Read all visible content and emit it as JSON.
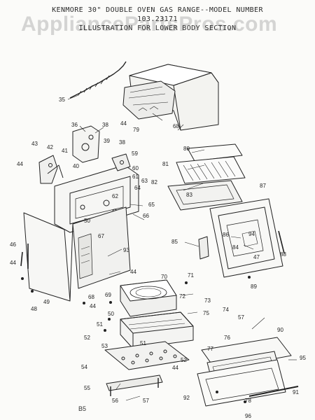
{
  "header": {
    "line1": "KENMORE 30\" DOUBLE OVEN GAS RANGE--MODEL NUMBER",
    "line2": "103.23171",
    "line3": "ILLUSTRATION FOR LOWER BODY SECTION"
  },
  "watermark": "AppliancePartsPros.com",
  "footer": "B5",
  "labels": [
    {
      "id": "p35",
      "text": "35"
    },
    {
      "id": "p36",
      "text": "36"
    },
    {
      "id": "p38a",
      "text": "38"
    },
    {
      "id": "p79",
      "text": "79"
    },
    {
      "id": "p44a",
      "text": "44"
    },
    {
      "id": "p68a",
      "text": "68"
    },
    {
      "id": "p43",
      "text": "43"
    },
    {
      "id": "p42",
      "text": "42"
    },
    {
      "id": "p41",
      "text": "41"
    },
    {
      "id": "p39",
      "text": "39"
    },
    {
      "id": "p38b",
      "text": "38"
    },
    {
      "id": "p59",
      "text": "59"
    },
    {
      "id": "p44b",
      "text": "44"
    },
    {
      "id": "p40",
      "text": "40"
    },
    {
      "id": "p60",
      "text": "60"
    },
    {
      "id": "p61",
      "text": "61"
    },
    {
      "id": "p63",
      "text": "63"
    },
    {
      "id": "p64",
      "text": "64"
    },
    {
      "id": "p62",
      "text": "62"
    },
    {
      "id": "p65",
      "text": "65"
    },
    {
      "id": "p66",
      "text": "66"
    },
    {
      "id": "p80",
      "text": "80"
    },
    {
      "id": "p81",
      "text": "81"
    },
    {
      "id": "p82",
      "text": "82"
    },
    {
      "id": "p83",
      "text": "83"
    },
    {
      "id": "p87",
      "text": "87"
    },
    {
      "id": "p85",
      "text": "85"
    },
    {
      "id": "p86",
      "text": "86"
    },
    {
      "id": "p94",
      "text": "94"
    },
    {
      "id": "p84",
      "text": "84"
    },
    {
      "id": "p47",
      "text": "47"
    },
    {
      "id": "p88",
      "text": "88"
    },
    {
      "id": "p89",
      "text": "89"
    },
    {
      "id": "p46",
      "text": "46"
    },
    {
      "id": "p67",
      "text": "67"
    },
    {
      "id": "p50a",
      "text": "50"
    },
    {
      "id": "p93",
      "text": "93"
    },
    {
      "id": "p44c",
      "text": "44"
    },
    {
      "id": "p44d",
      "text": "44"
    },
    {
      "id": "p71",
      "text": "71"
    },
    {
      "id": "p70",
      "text": "70"
    },
    {
      "id": "p69",
      "text": "69"
    },
    {
      "id": "p49",
      "text": "49"
    },
    {
      "id": "p68b",
      "text": "68"
    },
    {
      "id": "p48",
      "text": "48"
    },
    {
      "id": "p44e",
      "text": "44"
    },
    {
      "id": "p72",
      "text": "72"
    },
    {
      "id": "p73",
      "text": "73"
    },
    {
      "id": "p74",
      "text": "74"
    },
    {
      "id": "p50b",
      "text": "50"
    },
    {
      "id": "p75",
      "text": "75"
    },
    {
      "id": "p51a",
      "text": "51"
    },
    {
      "id": "p52a",
      "text": "52"
    },
    {
      "id": "p53",
      "text": "53"
    },
    {
      "id": "p51b",
      "text": "51"
    },
    {
      "id": "p52b",
      "text": "52"
    },
    {
      "id": "p44f",
      "text": "44"
    },
    {
      "id": "p54",
      "text": "54"
    },
    {
      "id": "p57a",
      "text": "57"
    },
    {
      "id": "p76",
      "text": "76"
    },
    {
      "id": "p90",
      "text": "90"
    },
    {
      "id": "p77",
      "text": "77"
    },
    {
      "id": "p95",
      "text": "95"
    },
    {
      "id": "p55",
      "text": "55"
    },
    {
      "id": "p56",
      "text": "56"
    },
    {
      "id": "p57b",
      "text": "57"
    },
    {
      "id": "p92",
      "text": "92"
    },
    {
      "id": "p78",
      "text": "78"
    },
    {
      "id": "p91",
      "text": "91"
    },
    {
      "id": "p96",
      "text": "96"
    }
  ]
}
